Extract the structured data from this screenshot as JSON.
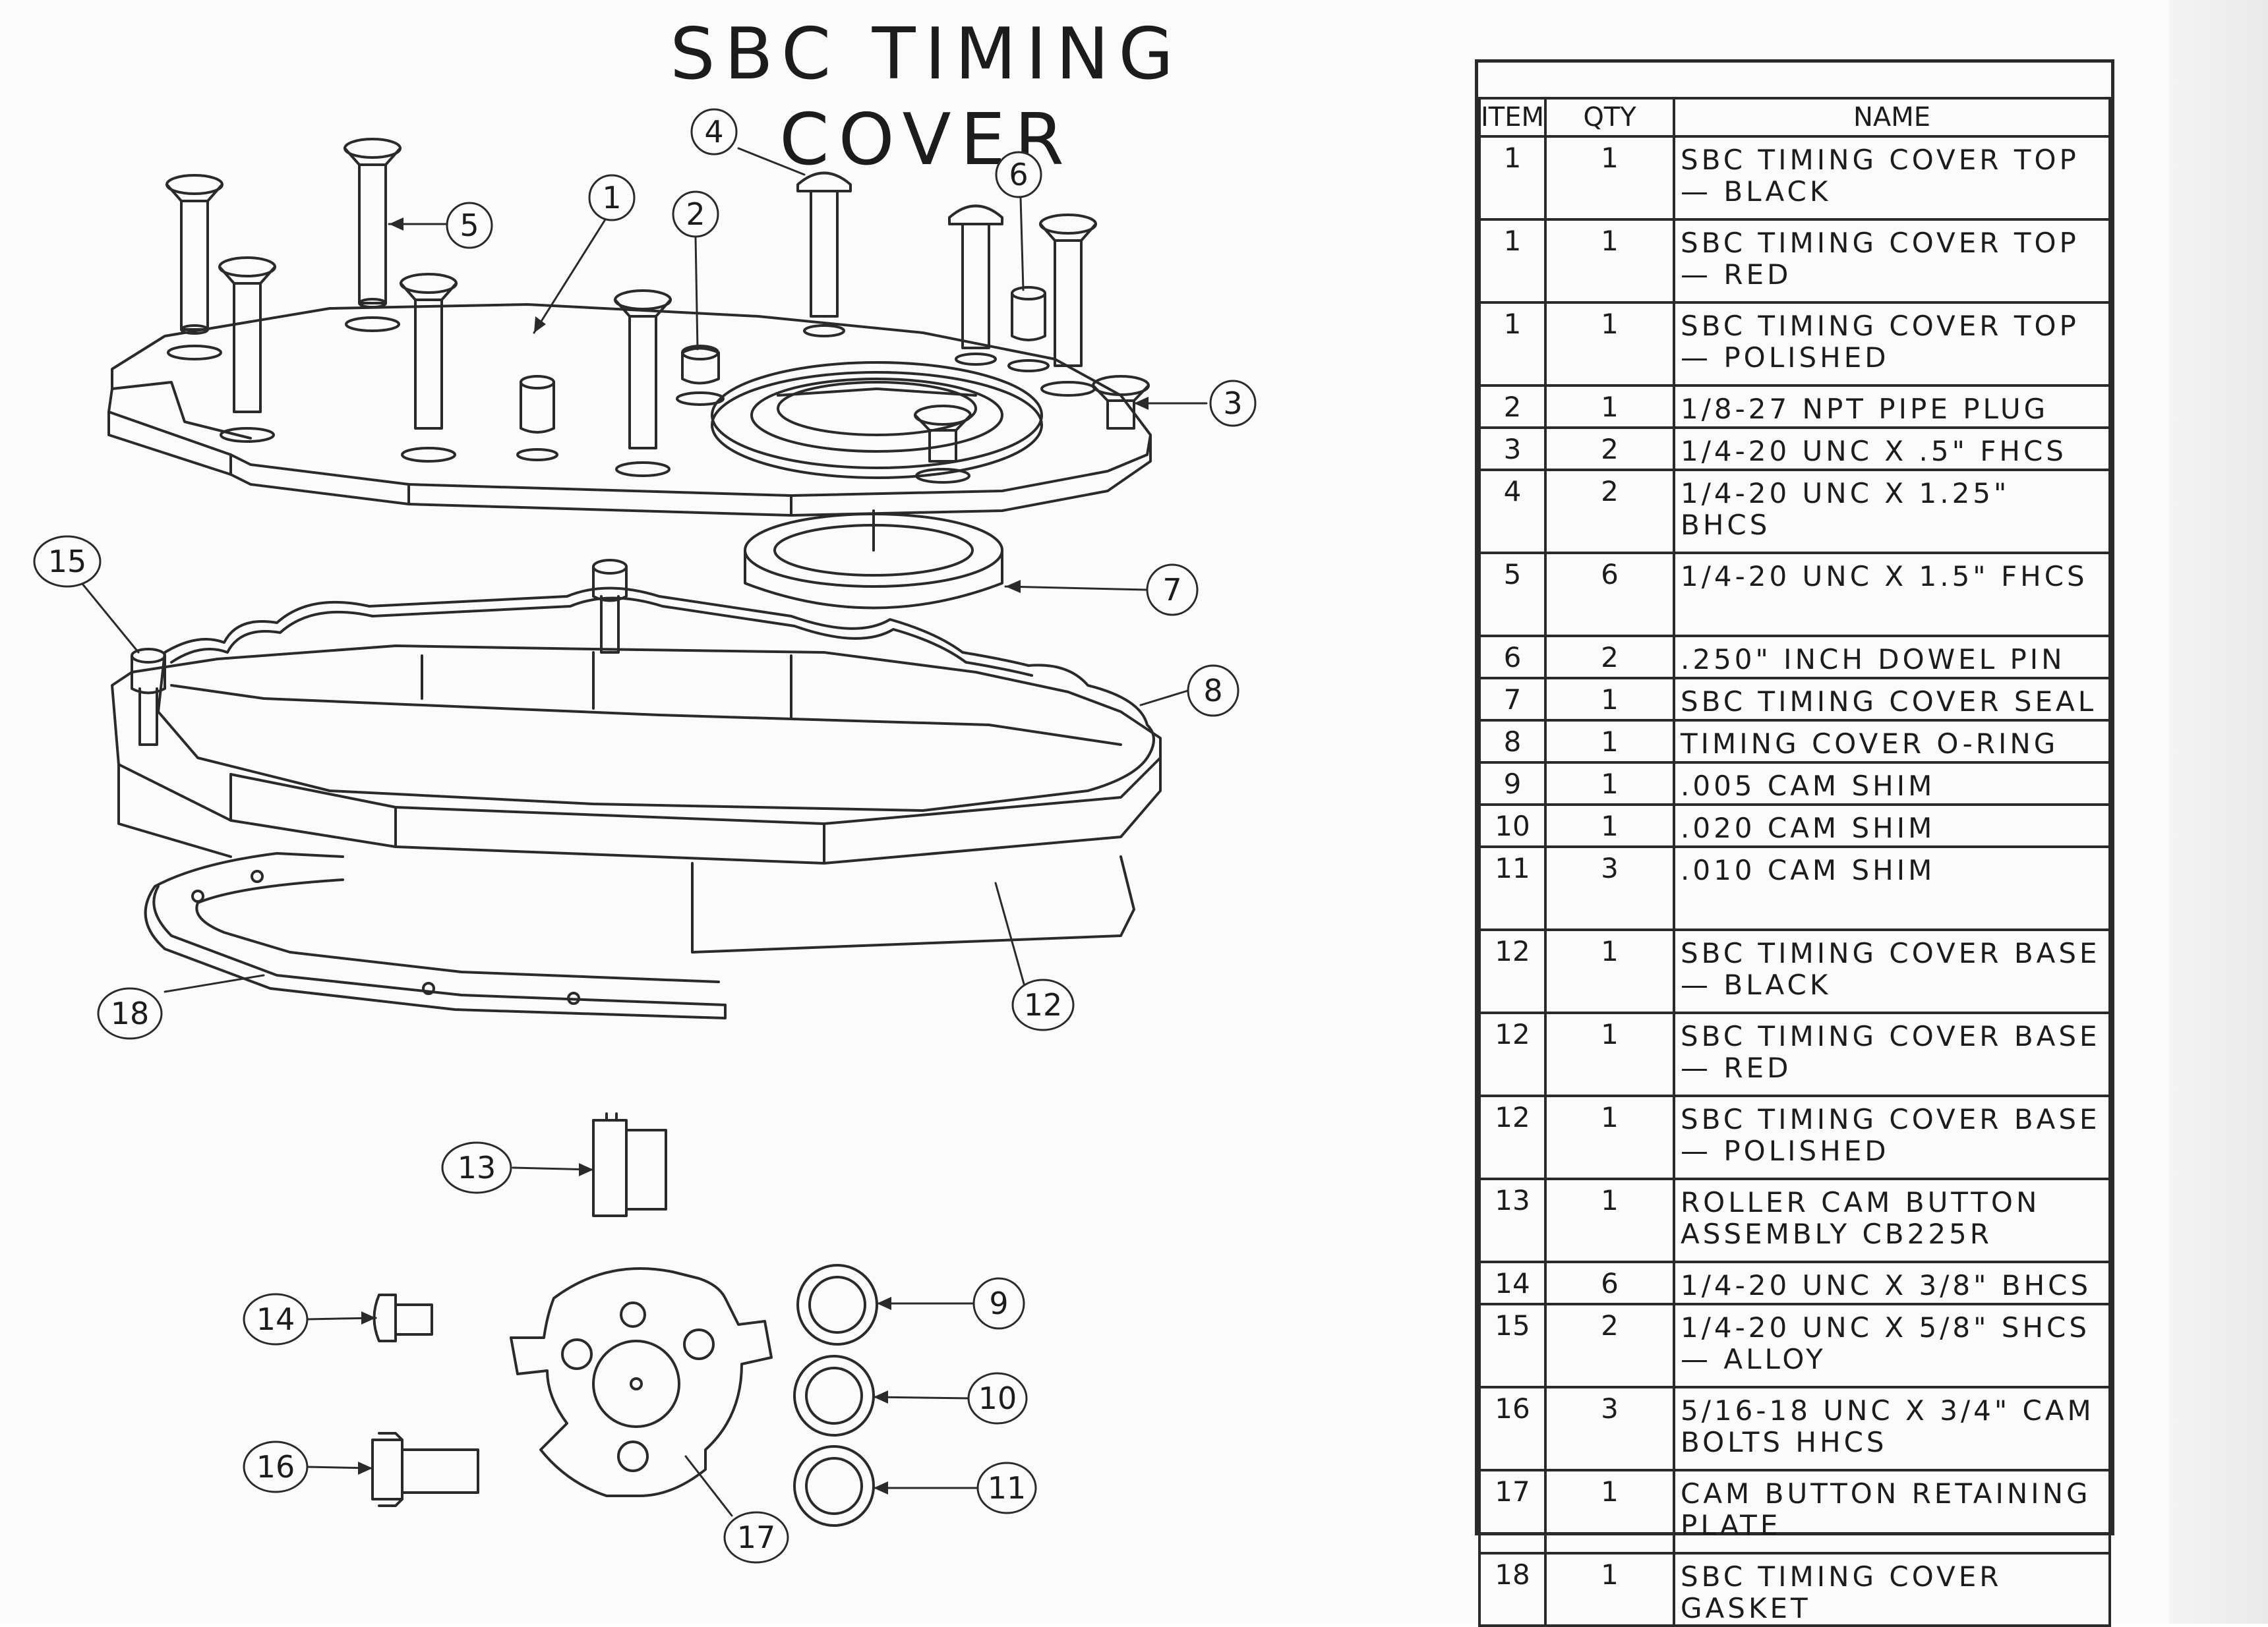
{
  "title": "SBC TIMING COVER",
  "callouts": [
    "1",
    "2",
    "3",
    "4",
    "5",
    "6",
    "7",
    "8",
    "9",
    "10",
    "11",
    "12",
    "13",
    "14",
    "15",
    "16",
    "17",
    "18"
  ],
  "bom": {
    "headers": [
      "ITEM",
      "QTY",
      "NAME"
    ],
    "rows": [
      {
        "item": "1",
        "qty": "1",
        "name": "SBC TIMING COVER TOP — BLACK"
      },
      {
        "item": "1",
        "qty": "1",
        "name": "SBC TIMING COVER TOP — RED"
      },
      {
        "item": "1",
        "qty": "1",
        "name": "SBC TIMING COVER TOP — POLISHED"
      },
      {
        "item": "2",
        "qty": "1",
        "name": "1/8-27 NPT PIPE PLUG"
      },
      {
        "item": "3",
        "qty": "2",
        "name": "1/4-20 UNC X .5\" FHCS"
      },
      {
        "item": "4",
        "qty": "2",
        "name": "1/4-20 UNC X 1.25\" BHCS"
      },
      {
        "item": "5",
        "qty": "6",
        "name": "1/4-20 UNC X 1.5\" FHCS"
      },
      {
        "item": "6",
        "qty": "2",
        "name": ".250\" INCH DOWEL PIN"
      },
      {
        "item": "7",
        "qty": "1",
        "name": "SBC TIMING COVER SEAL"
      },
      {
        "item": "8",
        "qty": "1",
        "name": "TIMING COVER O-RING"
      },
      {
        "item": "9",
        "qty": "1",
        "name": ".005 CAM SHIM"
      },
      {
        "item": "10",
        "qty": "1",
        "name": ".020 CAM SHIM"
      },
      {
        "item": "11",
        "qty": "3",
        "name": ".010 CAM SHIM"
      },
      {
        "item": "12",
        "qty": "1",
        "name": "SBC TIMING COVER BASE — BLACK"
      },
      {
        "item": "12",
        "qty": "1",
        "name": "SBC TIMING COVER BASE — RED"
      },
      {
        "item": "12",
        "qty": "1",
        "name": "SBC TIMING COVER BASE — POLISHED"
      },
      {
        "item": "13",
        "qty": "1",
        "name": "ROLLER CAM BUTTON ASSEMBLY CB225R"
      },
      {
        "item": "14",
        "qty": "6",
        "name": "1/4-20 UNC X 3/8\" BHCS"
      },
      {
        "item": "15",
        "qty": "2",
        "name": "1/4-20 UNC X 5/8\" SHCS — ALLOY"
      },
      {
        "item": "16",
        "qty": "3",
        "name": "5/16-18 UNC X 3/4\" CAM BOLTS HHCS"
      },
      {
        "item": "17",
        "qty": "1",
        "name": "CAM BUTTON RETAINING PLATE"
      },
      {
        "item": "18",
        "qty": "1",
        "name": "SBC TIMING COVER GASKET"
      }
    ]
  },
  "colors": {
    "ink": "#2a2a2a",
    "paper": "#fbfbfb"
  }
}
